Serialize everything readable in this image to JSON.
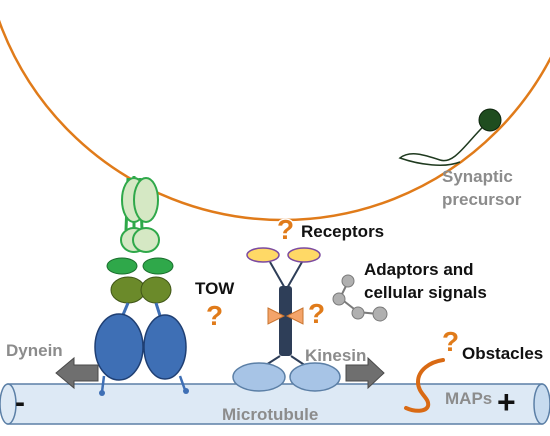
{
  "labels": {
    "synaptic": "Synaptic",
    "precursor": "precursor",
    "receptors": "Receptors",
    "adaptors_line1": "Adaptors and",
    "adaptors_line2": "cellular signals",
    "tow": "TOW",
    "dynein": "Dynein",
    "kinesin": "Kinesin",
    "obstacles": "Obstacles",
    "maps": "MAPs",
    "microtubule": "Microtubule",
    "minus_end": "-",
    "plus_end": "+",
    "question_mark": "?"
  },
  "colors": {
    "vesicle_outline": "#e07b1a",
    "microtubule_fill": "#dde9f5",
    "microtubule_stroke": "#5b7fa6",
    "dynein_blue": "#3e6fb5",
    "dynein_green_light": "#9fd07a",
    "dynein_green": "#2fa84a",
    "dynein_green_dark": "#6b8a2a",
    "kinesin_head": "#a7c4e6",
    "kinesin_stalk": "#2e3e58",
    "receptor_yellow": "#ffd966",
    "receptor_outline": "#7b4aa0",
    "hinge_orange": "#f4a46a",
    "adaptor_grey": "#b0b0b0",
    "arrow_grey": "#6f6f6f",
    "question_orange": "#e07b1a",
    "precursor_dark_green": "#1f4d1f"
  }
}
